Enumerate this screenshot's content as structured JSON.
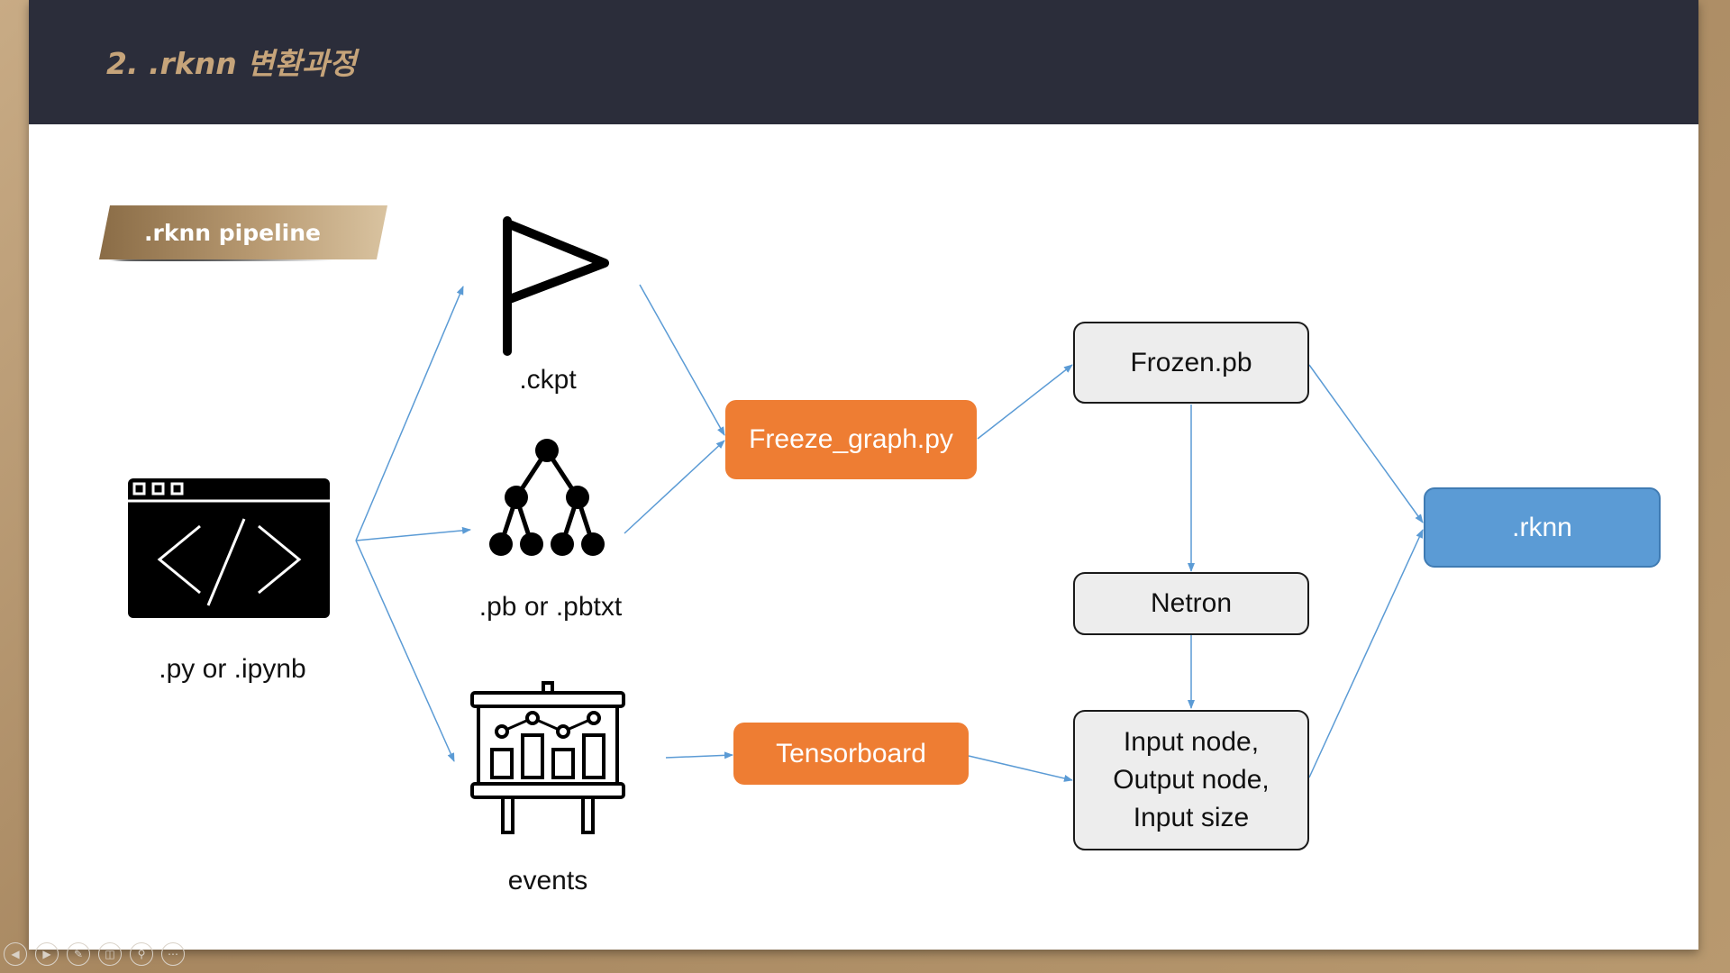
{
  "header": {
    "title": "2. .rknn 변환과정"
  },
  "tag": {
    "label": ".rknn pipeline"
  },
  "sources": {
    "script_label": ".py or .ipynb",
    "ckpt_label": ".ckpt",
    "pb_label": ".pb or .pbtxt",
    "events_label": "events"
  },
  "nodes": {
    "freeze_graph": "Freeze_graph.py",
    "tensorboard": "Tensorboard",
    "frozen_pb": "Frozen.pb",
    "netron": "Netron",
    "io_info_line1": "Input node,",
    "io_info_line2": "Output node,",
    "io_info_line3": "Input size",
    "rknn": ".rknn"
  },
  "icons": {
    "script": "code-window-icon",
    "ckpt": "flag-icon",
    "pb": "tree-graph-icon",
    "events": "presentation-chart-icon"
  },
  "colors": {
    "header_bg": "#2b2d3a",
    "title": "#c6a47a",
    "orange_box": "#ee7d33",
    "blue_box": "#5b9bd5",
    "gray_box": "#ededed",
    "arrow": "#5b9bd5"
  },
  "playback_controls": [
    "previous",
    "next",
    "pen",
    "slides",
    "zoom",
    "more"
  ]
}
